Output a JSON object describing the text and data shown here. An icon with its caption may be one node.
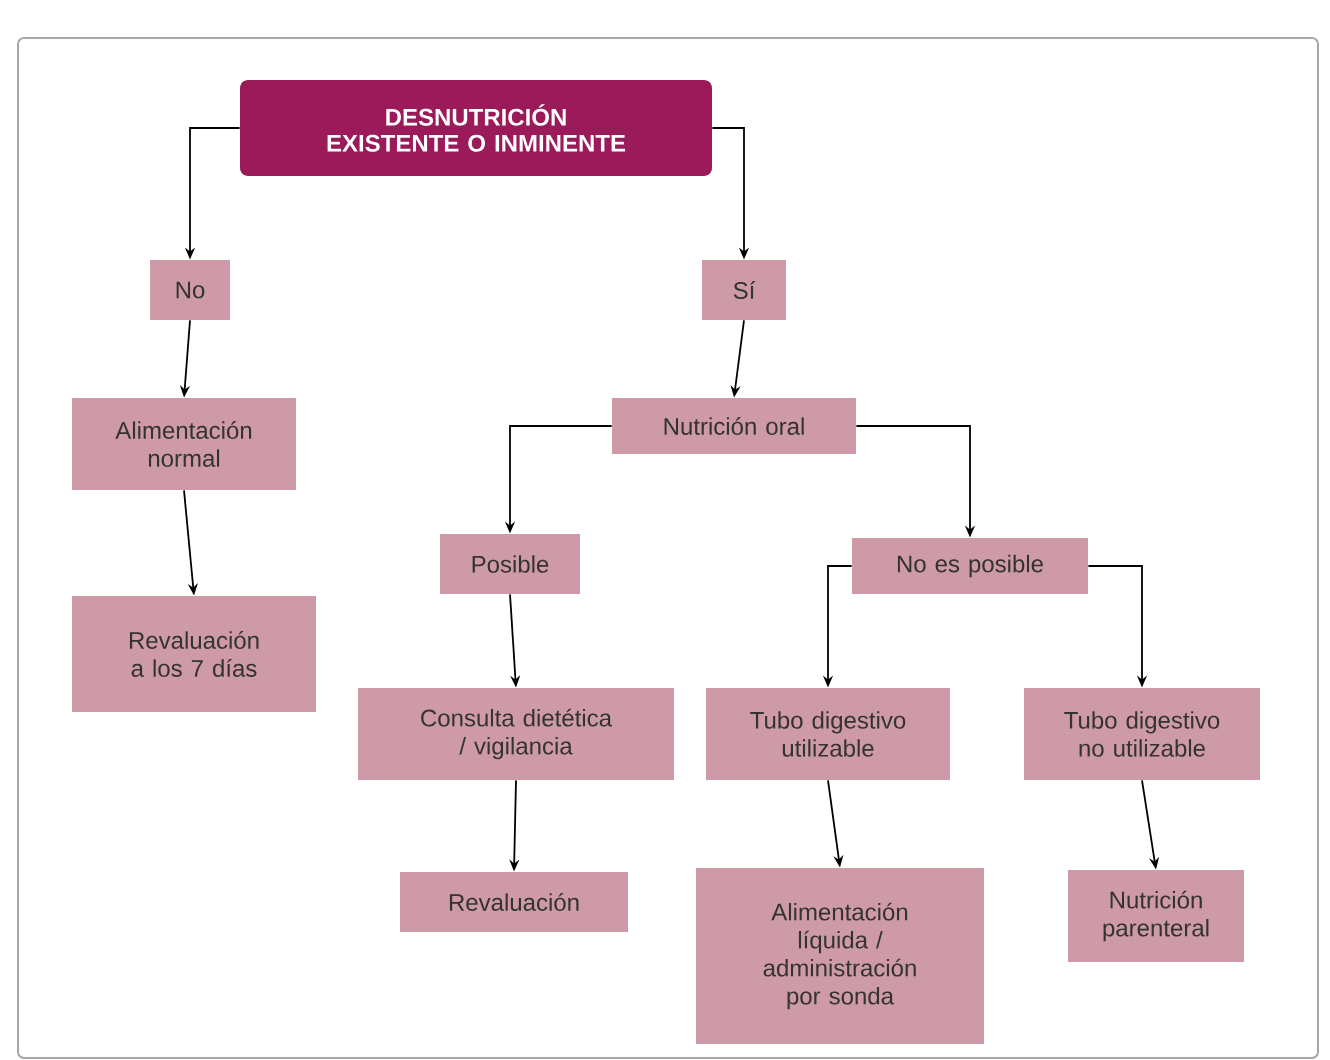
{
  "diagram": {
    "nodes": [
      {
        "text": [
          "DESNUTRICIÓN EXISTENTE O INMINENTE"
        ]
      },
      {
        "text": [
          "No"
        ]
      },
      {
        "text": [
          "Alimentación normal"
        ]
      },
      {
        "text": [
          "Revaluación a los 7 días"
        ]
      },
      {
        "text": [
          "Sí"
        ]
      },
      {
        "text": [
          "Nutrición oral"
        ]
      },
      {
        "text": [
          "Posible"
        ]
      },
      {
        "text": [
          "No es posible"
        ]
      },
      {
        "text": [
          "Consulta dietética / vigilancia"
        ]
      },
      {
        "text": [
          "Tubo digestivo utilizable"
        ]
      },
      {
        "text": [
          "Tubo digestivo no utilizable"
        ]
      },
      {
        "text": [
          "Revaluación"
        ]
      },
      {
        "text": [
          "Alimentación líquida / administración por sonda"
        ]
      },
      {
        "text": [
          "Nutrición parenteral"
        ]
      }
    ],
    "edges": [
      {
        "from": 0,
        "to": 1,
        "arrow": "to"
      },
      {
        "from": 0,
        "to": 4,
        "arrow": "to"
      },
      {
        "from": 1,
        "to": 2,
        "arrow": "to"
      },
      {
        "from": 2,
        "to": 3,
        "arrow": "to"
      },
      {
        "from": 4,
        "to": 5,
        "arrow": "to"
      },
      {
        "from": 5,
        "to": 6,
        "arrow": "to"
      },
      {
        "from": 5,
        "to": 7,
        "arrow": "to"
      },
      {
        "from": 6,
        "to": 8,
        "arrow": "to"
      },
      {
        "from": 7,
        "to": 9,
        "arrow": "to"
      },
      {
        "from": 7,
        "to": 10,
        "arrow": "to"
      },
      {
        "from": 8,
        "to": 11,
        "arrow": "to"
      },
      {
        "from": 9,
        "to": 12,
        "arrow": "to"
      },
      {
        "from": 10,
        "to": 13,
        "arrow": "to"
      }
    ]
  }
}
